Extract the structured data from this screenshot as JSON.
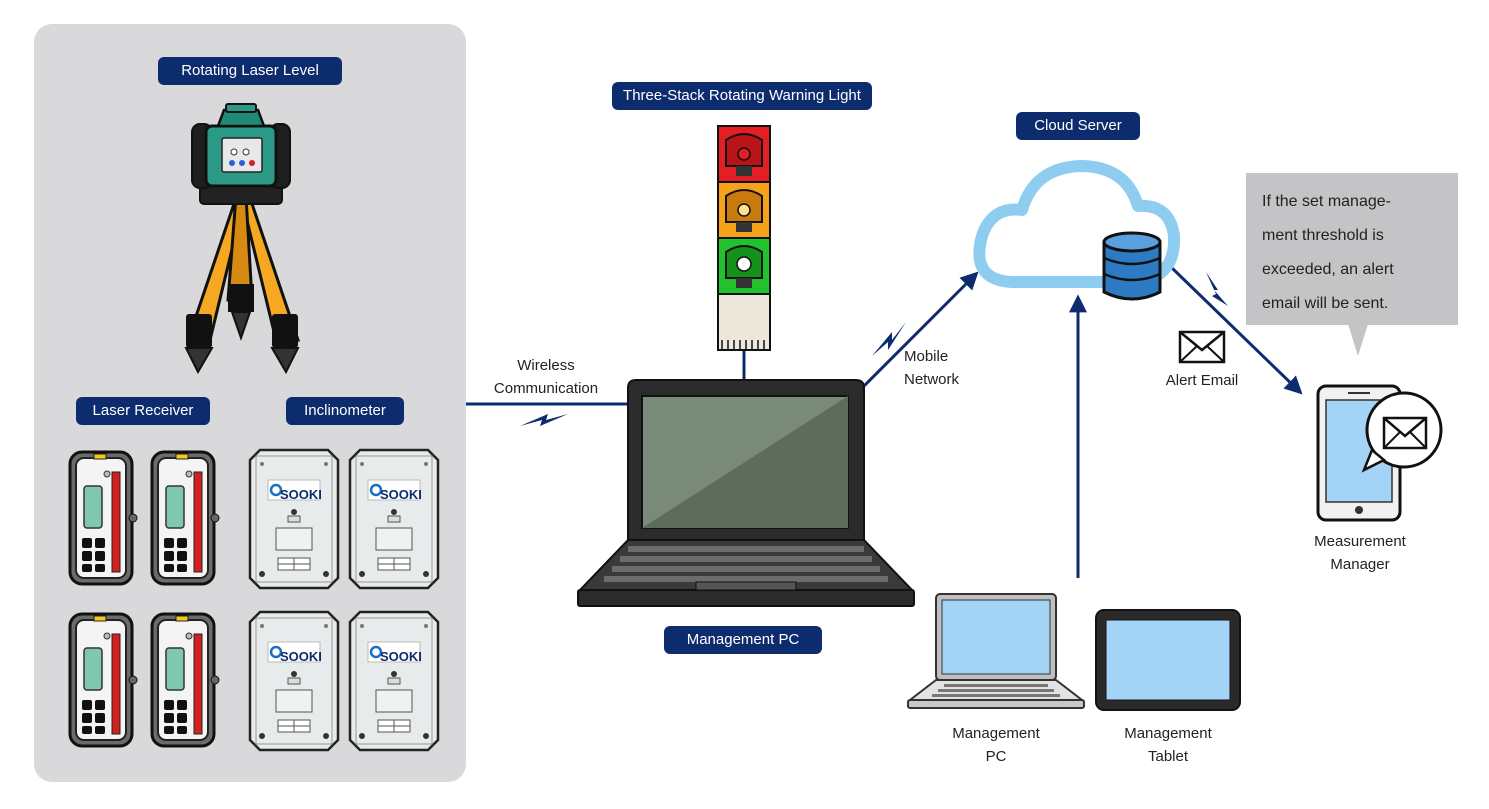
{
  "labels": {
    "rotating_laser_level": "Rotating Laser Level",
    "laser_receiver": "Laser Receiver",
    "inclinometer": "Inclinometer",
    "warning_light": "Three-Stack Rotating Warning Light",
    "cloud_server": "Cloud Server",
    "management_pc_main": "Management PC",
    "wireless_line1": "Wireless",
    "wireless_line2": "Communication",
    "mobile_line1": "Mobile",
    "mobile_line2": "Network",
    "alert_email": "Alert Email",
    "measurement_line1": "Measurement",
    "measurement_line2": "Manager",
    "mgmt_pc_line1": "Management",
    "mgmt_pc_line2": "PC",
    "mgmt_tablet_line1": "Management",
    "mgmt_tablet_line2": "Tablet"
  },
  "callout": {
    "lines": [
      "If the set manage-",
      "ment threshold is",
      "exceeded, an alert",
      "email will be sent."
    ]
  },
  "brand": "SOOKI",
  "icons": {
    "laser_level": "rotating-laser-icon",
    "receiver": "laser-receiver-icon",
    "inclinometer": "inclinometer-icon",
    "warning_light": "warning-light-icon",
    "cloud": "cloud-server-icon",
    "database": "database-icon",
    "laptop": "laptop-icon",
    "tablet": "tablet-icon",
    "smartphone": "smartphone-icon",
    "envelope": "envelope-icon",
    "lightning": "lightning-icon"
  },
  "colors": {
    "navy": "#0c2c6e",
    "panel": "#d9d9db",
    "light_red": "#e31e24",
    "light_amber": "#f7a21b",
    "light_green": "#22c22e",
    "cloud_blue": "#8fcdf0",
    "tripod_orange": "#f7a823",
    "teal": "#1f8a78"
  }
}
